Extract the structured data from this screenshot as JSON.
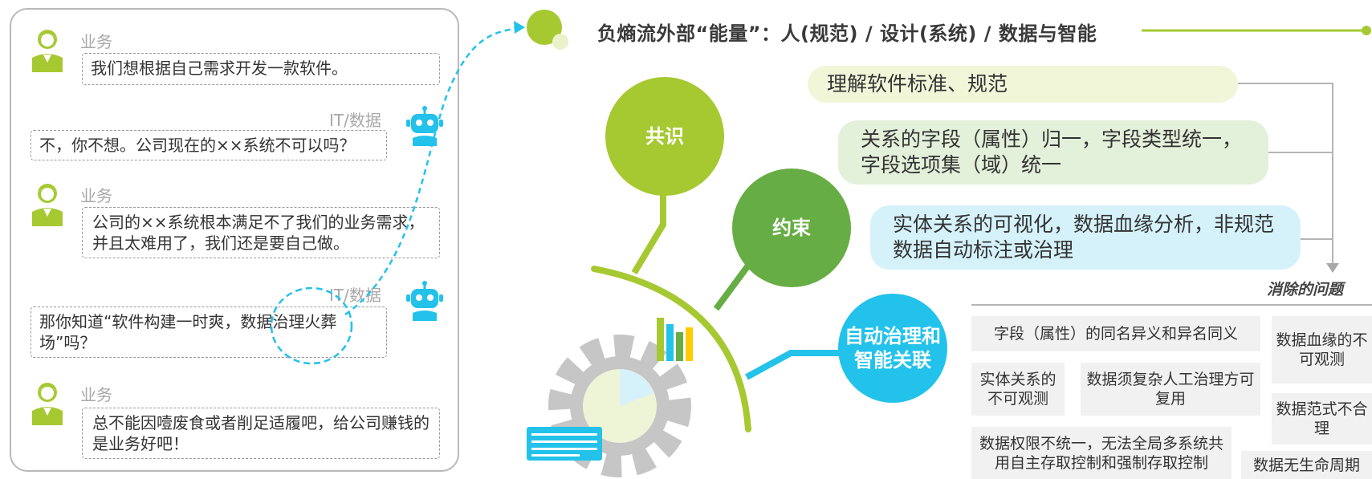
{
  "chat": {
    "messages": [
      {
        "speaker": "业务",
        "text": "我们想根据自己需求开发一款软件。"
      },
      {
        "speaker": "IT/数据",
        "text": "不，你不想。公司现在的××系统不可以吗？"
      },
      {
        "speaker": "业务",
        "text": "公司的××系统根本满足不了我们的业务需求，并且太难用了，我们还是要自己做。"
      },
      {
        "speaker": "IT/数据",
        "text": "那你知道“软件构建一时爽，数据治理火葬场”吗？"
      },
      {
        "speaker": "业务",
        "text": "总不能因噎废食或者削足适履吧，给公司赚钱的是业务好吧！"
      }
    ]
  },
  "title": "负熵流外部“能量”：人(规范) / 设计(系统) / 数据与智能",
  "circles": {
    "consensus": "共识",
    "constraint": "约束",
    "auto": "自动治理和智能关联"
  },
  "pills": [
    "理解软件标准、规范",
    "关系的字段（属性）归一，字段类型统一，字段选项集（域）统一",
    "实体关系的可视化，数据血缘分析，非规范数据自动标注或治理"
  ],
  "problems": {
    "label": "消除的问题",
    "items": [
      "字段（属性）的同名异义和异名同义",
      "数据血缘的不可观测",
      "实体关系的不可观测",
      "数据须复杂人工治理方可复用",
      "数据范式不合理",
      "数据权限不统一，无法全局多系统共用自主存取控制和强制存取控制",
      "数据无生命周期"
    ]
  },
  "colors": {
    "lime": "#a6c932",
    "green": "#67ad45",
    "cyan": "#22c2ea",
    "pill1": "#f2f6d9",
    "pill2": "#e3f0da",
    "pill3": "#d5f2fb",
    "gear": "#c6c6c6"
  }
}
